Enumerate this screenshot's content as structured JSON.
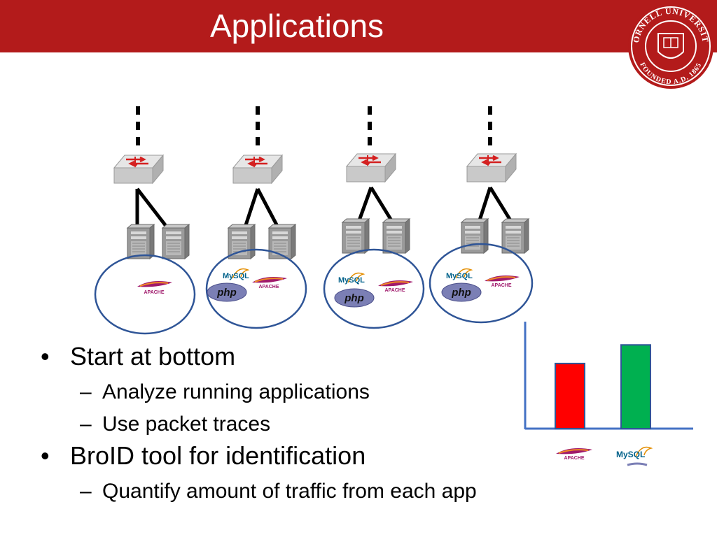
{
  "slide": {
    "title": "Applications",
    "seal": {
      "ring_top": "CORNELL UNIVERSITY",
      "ring_bottom": "FOUNDED A.D. 1865"
    }
  },
  "colors": {
    "title_bar": "#b31b1b",
    "circle_stroke": "#2f5597",
    "bar_red": "#ff0000",
    "bar_green": "#00b050",
    "axis": "#4472c4"
  },
  "icons": {
    "switch": "network-switch-icon",
    "server": "server-tower-icon",
    "apache": "apache-feather-logo",
    "mysql": "mysql-dolphin-logo",
    "php": "php-logo"
  },
  "diagram": {
    "logos": {
      "apache_text": "APACHE",
      "mysql_text": "MySQL",
      "php_text": "php"
    },
    "groups": [
      {
        "apps": [
          "apache"
        ]
      },
      {
        "apps": [
          "mysql",
          "php",
          "apache"
        ]
      },
      {
        "apps": [
          "mysql",
          "php",
          "apache"
        ]
      },
      {
        "apps": [
          "mysql",
          "php",
          "apache"
        ]
      }
    ]
  },
  "bullets": [
    {
      "text": "Start at bottom",
      "sub": [
        "Analyze running applications",
        "Use packet traces"
      ]
    },
    {
      "text": "BroID tool for identification",
      "sub": [
        "Quantify amount of traffic from each app"
      ]
    }
  ],
  "chart_data": {
    "type": "bar",
    "categories": [
      "APACHE",
      "MySQL"
    ],
    "values": [
      70,
      90
    ],
    "ylim": [
      0,
      115
    ],
    "title": "",
    "xlabel": "",
    "ylabel": "",
    "grid": false
  }
}
